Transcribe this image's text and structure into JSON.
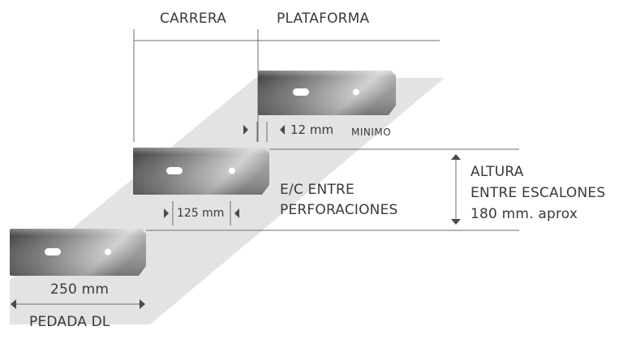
{
  "labels": {
    "carrera": "CARRERA",
    "plataforma": "PLATAFORMA",
    "min_gap": "12 mm",
    "minimo": "MINIMO",
    "hole_spacing": "125 mm",
    "ec_line1": "E/C ENTRE",
    "ec_line2": "PERFORACIONES",
    "altura_line1": "ALTURA",
    "altura_line2": "ENTRE ESCALONES",
    "altura_line3": "180 mm. aprox",
    "width": "250 mm",
    "pedada": "PEDADA DL"
  },
  "colors": {
    "text": "#3a3a3a",
    "lines": "#6e6e6e",
    "band": "#e3e3e3",
    "step_dark": "#4a4a4a",
    "step_light": "#cfcfcf"
  }
}
